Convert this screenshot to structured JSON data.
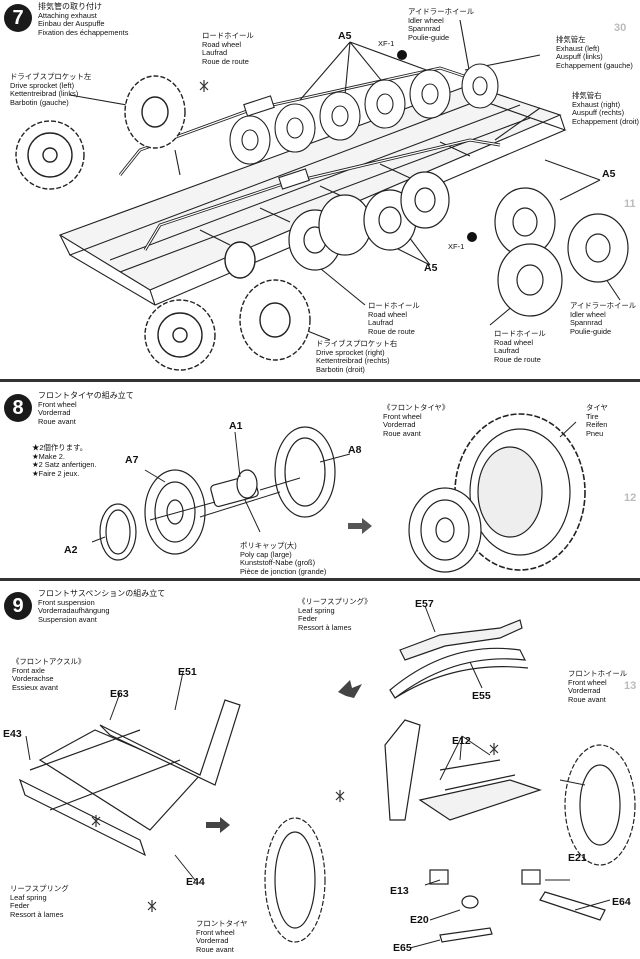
{
  "step7": {
    "number": "7",
    "title": [
      "排気管の取り付け",
      "Attaching exhaust",
      "Einbau der Auspuffe",
      "Fixation des échappements"
    ],
    "idler_top": [
      "アイドラーホイール",
      "Idler wheel",
      "Spannrad",
      "Poulie-guide"
    ],
    "road_top": [
      "ロードホイール",
      "Road wheel",
      "Laufrad",
      "Roue de route"
    ],
    "sprocket_left": [
      "ドライブスプロケット左",
      "Drive sprocket (left)",
      "Kettentreibrad (links)",
      "Barbotin (gauche)"
    ],
    "exhaust_left": [
      "排気管左",
      "Exhaust (left)",
      "Auspuff (links)",
      "Echappement (gauche)"
    ],
    "exhaust_right": [
      "排気管右",
      "Exhaust (right)",
      "Auspuff (rechts)",
      "Echappement (droit)"
    ],
    "road_mid": [
      "ロードホイール",
      "Road wheel",
      "Laufrad",
      "Roue de route"
    ],
    "sprocket_right": [
      "ドライブスプロケット右",
      "Drive sprocket (right)",
      "Kettentreibrad (rechts)",
      "Barbotin (droit)"
    ],
    "road_bottom": [
      "ロードホイール",
      "Road wheel",
      "Laufrad",
      "Roue de route"
    ],
    "idler_right": [
      "アイドラーホイール",
      "Idler wheel",
      "Spannrad",
      "Poulie-guide"
    ],
    "parts": {
      "a5_1": "A5",
      "a5_2": "A5",
      "a5_3": "A5",
      "xf1_1": "XF-1",
      "xf1_2": "XF-1"
    }
  },
  "step8": {
    "number": "8",
    "title": [
      "フロントタイヤの組み立て",
      "Front wheel",
      "Vorderrad",
      "Roue avant"
    ],
    "make_two": [
      "★2個作ります。",
      "★Make 2.",
      "★2 Satz anfertigen.",
      "★Faire 2 jeux."
    ],
    "front_tire_box": [
      "《フロントタイヤ》",
      "Front wheel",
      "Vorderrad",
      "Roue avant"
    ],
    "tire": [
      "タイヤ",
      "Tire",
      "Reifen",
      "Pneu"
    ],
    "polycap": [
      "ポリキャップ(大)",
      "Poly cap (large)",
      "Kunststoff-Nabe (groß)",
      "Pièce de jonction (grande)"
    ],
    "parts": {
      "a1": "A1",
      "a7": "A7",
      "a8": "A8",
      "a2": "A2"
    }
  },
  "step9": {
    "number": "9",
    "title": [
      "フロントサスペンションの組み立て",
      "Front suspension",
      "Vorderradaufhängung",
      "Suspension avant"
    ],
    "leaf_box": [
      "《リーフスプリング》",
      "Leaf spring",
      "Feder",
      "Ressort à lames"
    ],
    "axle_box": [
      "《フロントアクスル》",
      "Front axle",
      "Vorderachse",
      "Essieux avant"
    ],
    "front_wheel_right": [
      "フロントホイール",
      "Front wheel",
      "Vorderrad",
      "Roue avant"
    ],
    "leaf_bottom": [
      "リーフスプリング",
      "Leaf spring",
      "Feder",
      "Ressort à lames"
    ],
    "front_tire_bottom": [
      "フロントタイヤ",
      "Front wheel",
      "Vorderrad",
      "Roue avant"
    ],
    "parts": {
      "e57": "E57",
      "e55": "E55",
      "e51": "E51",
      "e63": "E63",
      "e43": "E43",
      "e12": "E12",
      "e44": "E44",
      "e13": "E13",
      "e21": "E21",
      "e20": "E20",
      "e64": "E64",
      "e65": "E65"
    }
  },
  "margin_marks": {
    "top_right": "30",
    "mid_right": "11",
    "low_right": "13",
    "mid2_right": "12"
  }
}
